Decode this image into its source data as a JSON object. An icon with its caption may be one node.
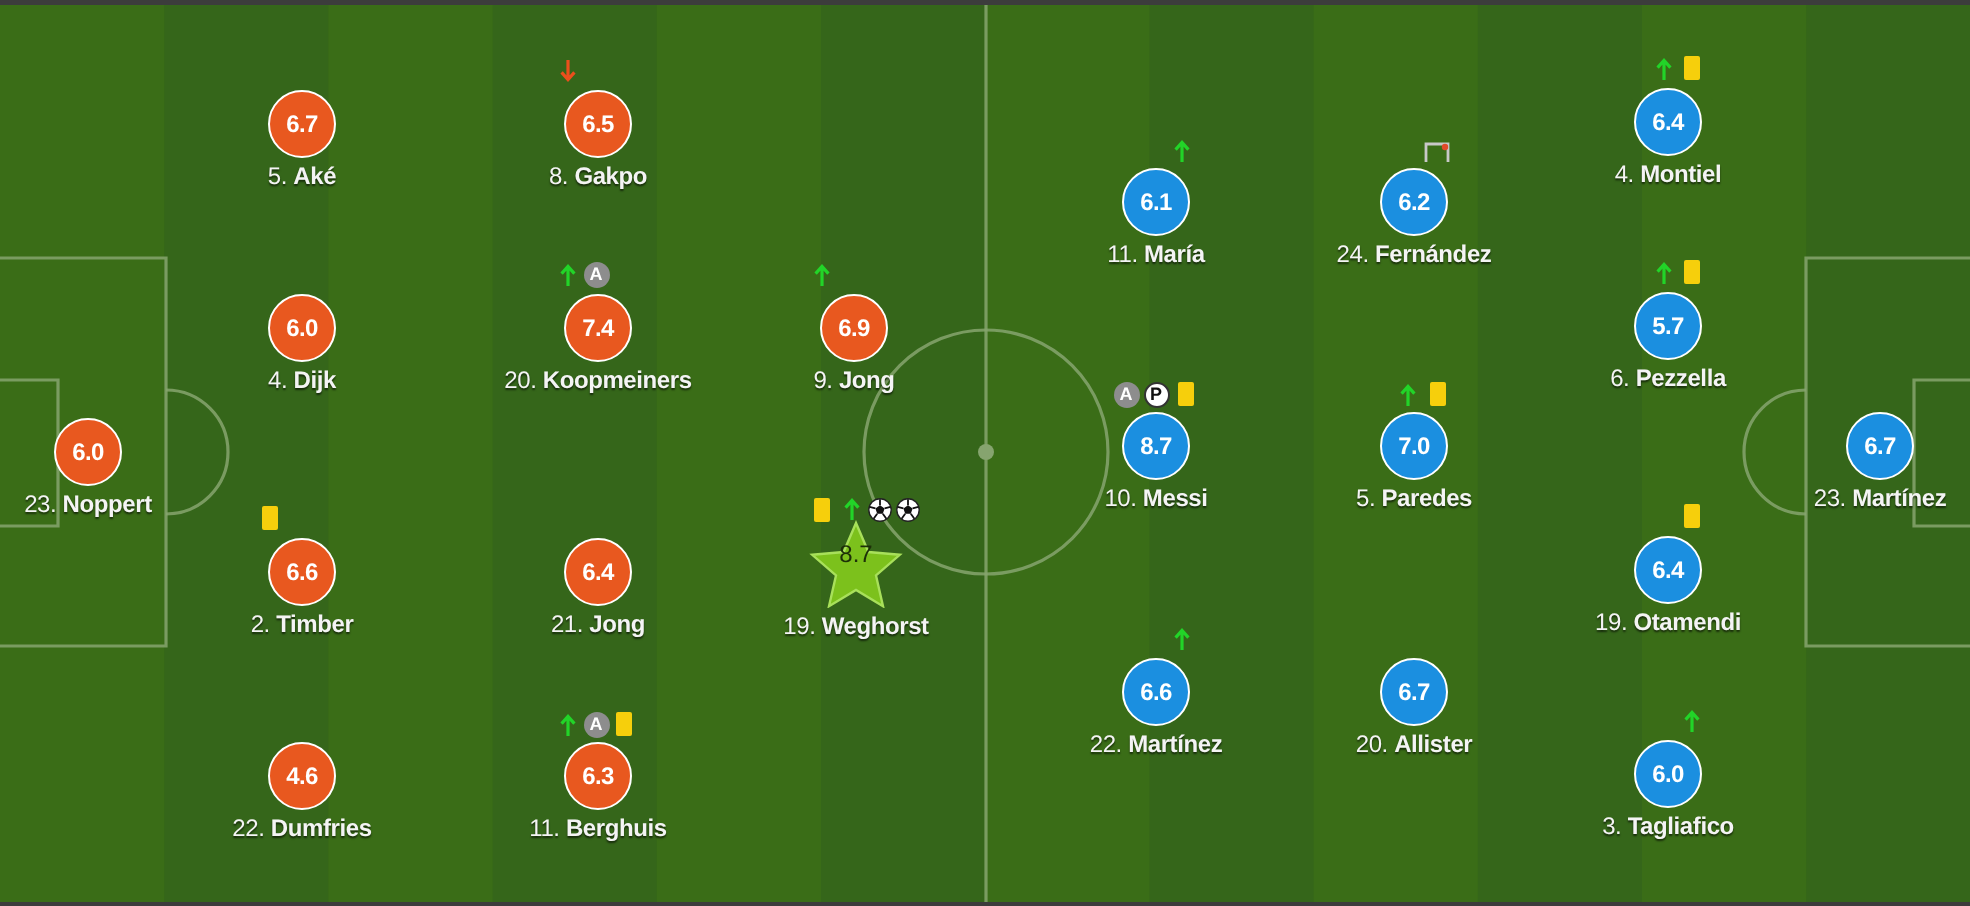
{
  "diagram": {
    "nodes": [
      {
        "text": [
          "6.0"
        ],
        "beside": [
          "23. **Noppert**"
        ]
      },
      {
        "text": [
          "6.7"
        ],
        "beside": [
          "5. **Aké**"
        ]
      },
      {
        "text": [
          "6.0"
        ],
        "beside": [
          "4. **Dijk**"
        ]
      },
      {
        "text": [
          "6.6"
        ],
        "beside": [
          "2. **Timber**"
        ]
      },
      {
        "text": [
          "4.6"
        ],
        "beside": [
          "22. **Dumfries**"
        ]
      },
      {
        "text": [
          "6.5"
        ],
        "beside": [
          "8. **Gakpo**"
        ]
      },
      {
        "text": [
          "7.4"
        ],
        "beside": [
          "A",
          "20. **Koopmeiners**"
        ]
      },
      {
        "text": [
          "6.4"
        ],
        "beside": [
          "21. **Jong**"
        ]
      },
      {
        "text": [
          "6.3"
        ],
        "beside": [
          "A",
          "11. **Berghuis**"
        ]
      },
      {
        "text": [
          "6.9"
        ],
        "beside": [
          "9. **Jong**"
        ]
      },
      {
        "text": [
          "8.7"
        ],
        "beside": [
          "19. **Weghorst**"
        ]
      },
      {
        "text": [
          "6.1"
        ],
        "beside": [
          "11. **María**"
        ]
      },
      {
        "text": [
          "8.7"
        ],
        "beside": [
          "A",
          "P",
          "10. **Messi**"
        ]
      },
      {
        "text": [
          "6.6"
        ],
        "beside": [
          "22. **Martínez**"
        ]
      },
      {
        "text": [
          "6.2"
        ],
        "beside": [
          "24. **Fernández**"
        ]
      },
      {
        "text": [
          "7.0"
        ],
        "beside": [
          "5. **Paredes**"
        ]
      },
      {
        "text": [
          "6.7"
        ],
        "beside": [
          "20. **Allister**"
        ]
      },
      {
        "text": [
          "6.4"
        ],
        "beside": [
          "4. **Montiel**"
        ]
      },
      {
        "text": [
          "5.7"
        ],
        "beside": [
          "6. **Pezzella**"
        ]
      },
      {
        "text": [
          "6.4"
        ],
        "beside": [
          "19. **Otamendi**"
        ]
      },
      {
        "text": [
          "6.0"
        ],
        "beside": [
          "3. **Tagliafico**"
        ]
      },
      {
        "text": [
          "6.7"
        ],
        "beside": [
          "23. **Martínez**"
        ]
      }
    ]
  }
}
